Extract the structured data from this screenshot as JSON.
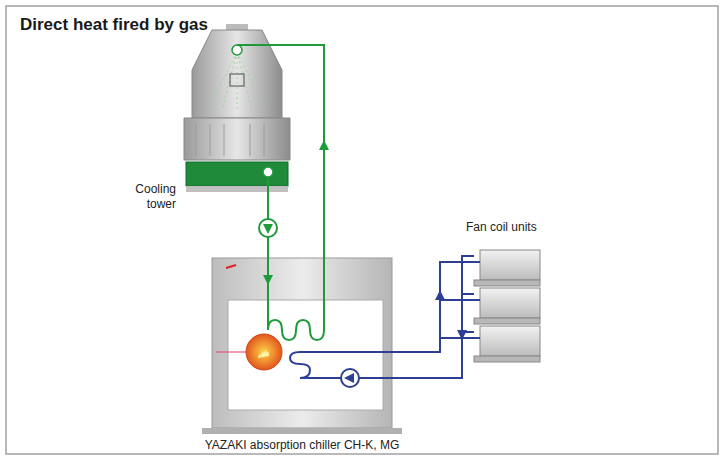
{
  "diagram": {
    "title": "Direct heat fired by gas",
    "labels": [
      "Cooling tower",
      "Fan coil units",
      "YAZAKI absorption chiller CH-K, MG"
    ]
  }
}
